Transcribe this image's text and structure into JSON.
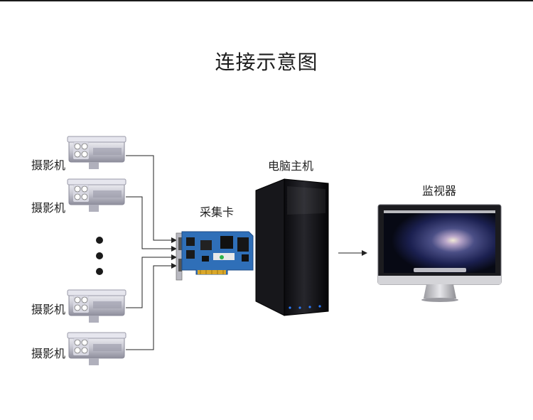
{
  "title": "连接示意图",
  "cameras": [
    {
      "label": "摄影机"
    },
    {
      "label": "摄影机"
    },
    {
      "label": "摄影机"
    },
    {
      "label": "摄影机"
    }
  ],
  "capture_card": {
    "label": "采集卡"
  },
  "computer": {
    "label": "电脑主机"
  },
  "monitor": {
    "label": "监视器"
  }
}
